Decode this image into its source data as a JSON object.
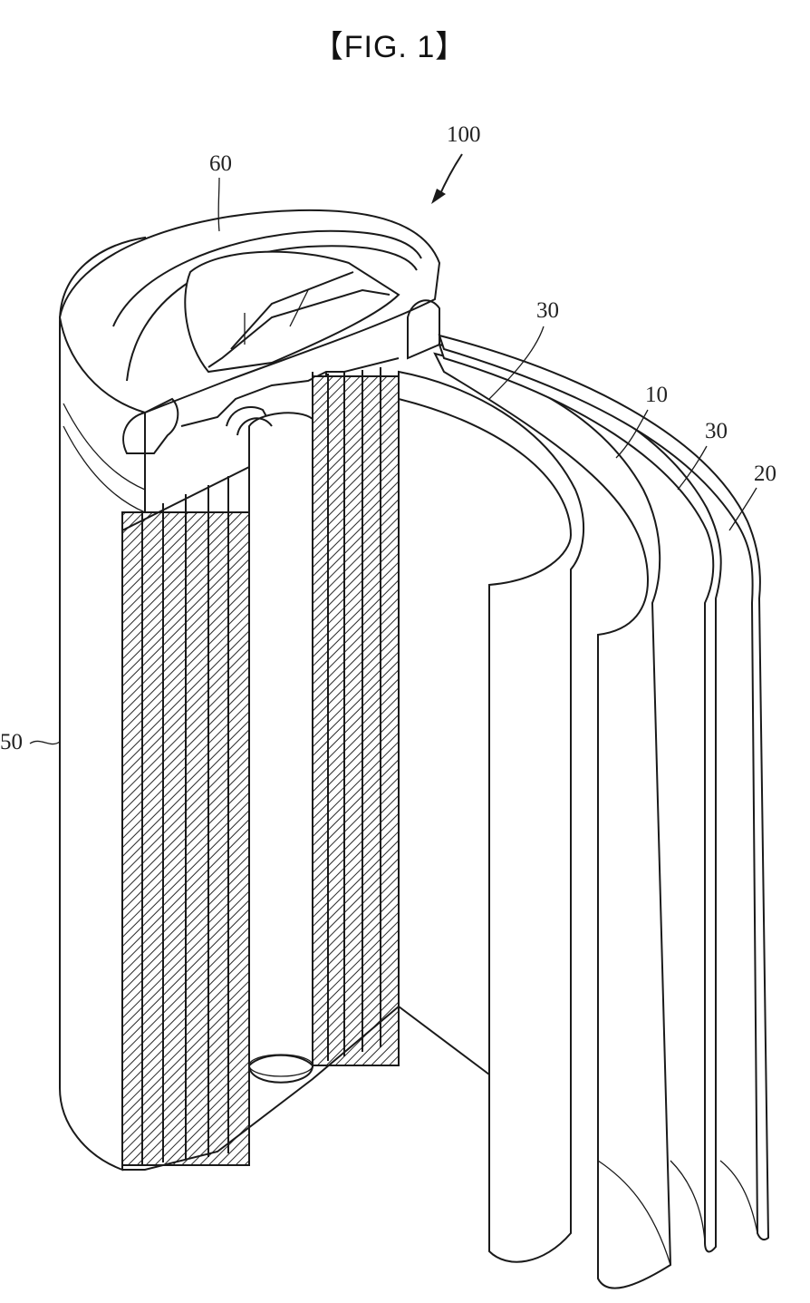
{
  "figure": {
    "title": "【FIG. 1】"
  },
  "labels": {
    "battery": "100",
    "cap_assembly": "60",
    "case": "50",
    "separator_inner": "30",
    "first_electrode": "10",
    "separator_outer": "30",
    "second_electrode": "20"
  }
}
